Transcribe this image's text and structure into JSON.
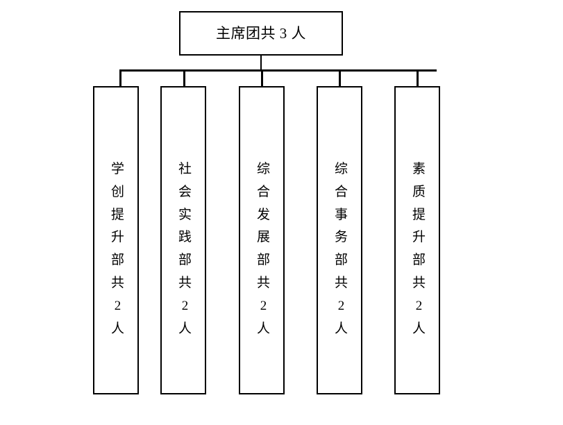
{
  "chart_data": {
    "type": "diagram",
    "title": "",
    "root": {
      "label": "主席团共 3 人",
      "count": 3,
      "unit": "人"
    },
    "children": [
      {
        "label": "学\n创\n提\n升\n部\n共\n2\n人",
        "name": "学创提升部",
        "count": 2,
        "unit": "人"
      },
      {
        "label": "社\n会\n实\n践\n部\n共\n2\n人",
        "name": "社会实践部",
        "count": 2,
        "unit": "人"
      },
      {
        "label": "综\n合\n发\n展\n部\n共\n2\n人",
        "name": "综合发展部",
        "count": 2,
        "unit": "人"
      },
      {
        "label": "综\n合\n事\n务\n部\n共\n2\n人",
        "name": "综合事务部",
        "count": 2,
        "unit": "人"
      },
      {
        "label": "素\n质\n提\n升\n部\n共\n2\n人",
        "name": "素质提升部",
        "count": 2,
        "unit": "人"
      }
    ],
    "layout": {
      "orientation": "top-down",
      "child_text_direction": "vertical",
      "connector": "bus",
      "border_color": "#000000",
      "background_color": "#ffffff",
      "text_color": "#000000"
    }
  }
}
